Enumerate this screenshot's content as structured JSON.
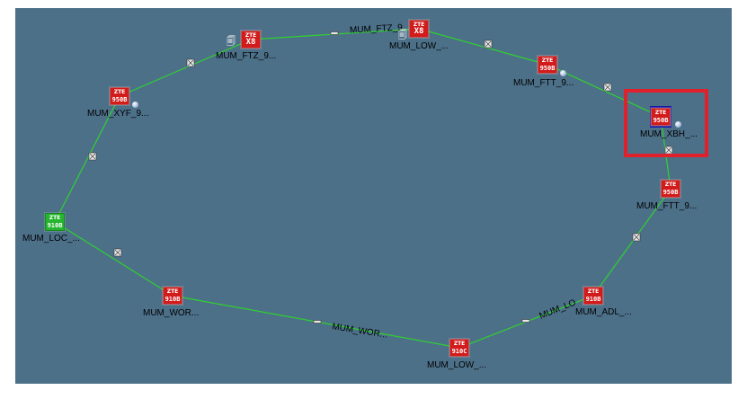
{
  "nodes": [
    {
      "id": "n1",
      "label": "MUM_FTZ_9...",
      "model": "X8",
      "color": "red",
      "icon": "router-icon"
    },
    {
      "id": "n2",
      "label": "MUM_LOW_...",
      "model": "X8",
      "color": "red",
      "icon": "router-icon"
    },
    {
      "id": "n3",
      "label": "MUM_FTT_9...",
      "model": "950B",
      "color": "red",
      "icon": "router-icon"
    },
    {
      "id": "n4",
      "label": "MUM_XBH_...",
      "model": "950B",
      "color": "red",
      "icon": "router-icon",
      "selected": true
    },
    {
      "id": "n5",
      "label": "MUM_FTT_9...",
      "model": "950B",
      "color": "red",
      "icon": "router-icon"
    },
    {
      "id": "n6",
      "label": "MUM_ADL_...",
      "model": "910B",
      "color": "red",
      "icon": "router-icon"
    },
    {
      "id": "n7",
      "label": "MUM_LOW_...",
      "model": "910C",
      "color": "red",
      "icon": "router-icon"
    },
    {
      "id": "n8",
      "label": "MUM_WOR...",
      "model": "910B",
      "color": "red",
      "icon": "router-icon"
    },
    {
      "id": "n9",
      "label": "MUM_LOC_...",
      "model": "910B",
      "color": "green",
      "icon": "router-icon"
    },
    {
      "id": "n10",
      "label": "MUM_XYF_9...",
      "model": "950B",
      "color": "red",
      "icon": "router-icon"
    }
  ],
  "link_labels": {
    "top": "MUM_FTZ_9",
    "bottom": "MUM_WOR...",
    "bottom_right": "MUM_LO"
  },
  "colors": {
    "canvas": "#4d7089",
    "link": "#2fd12f",
    "node_red": "#d21b1b",
    "node_green": "#25b52e",
    "selection": "#e0202a"
  }
}
